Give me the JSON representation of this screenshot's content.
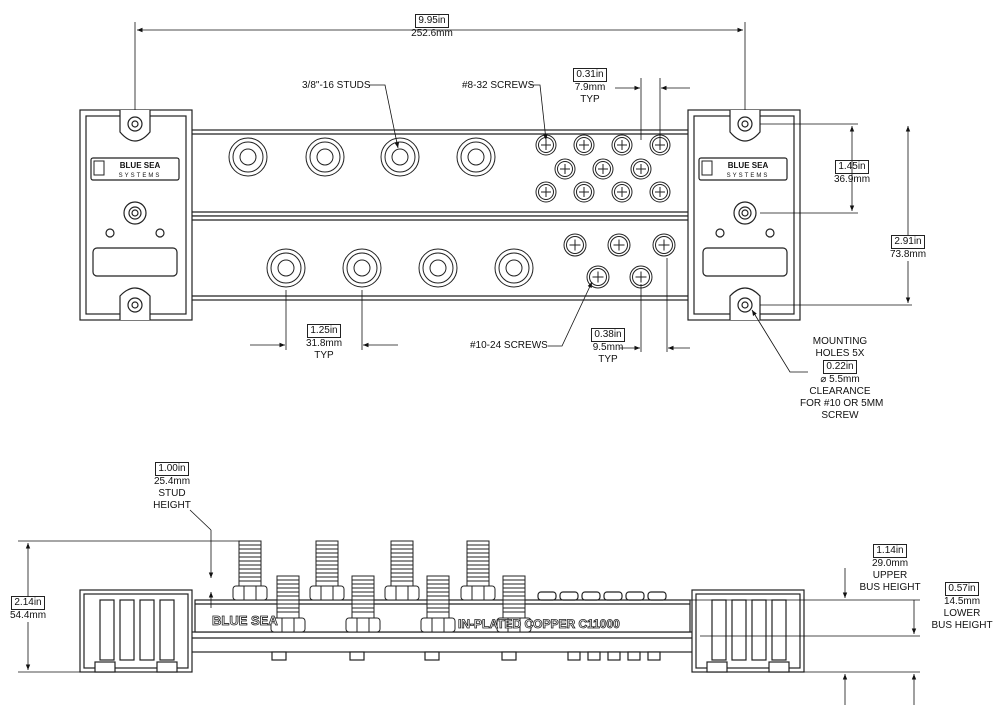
{
  "dims": {
    "overall_length": {
      "in": "9.95in",
      "mm": "252.6mm"
    },
    "stud_type": "3/8\"-16 STUDS",
    "small_screws": "#8-32 SCREWS",
    "small_screw_spacing": {
      "in": "0.31in",
      "mm": "7.9mm",
      "note": "TYP"
    },
    "upper_offset": {
      "in": "1.45in",
      "mm": "36.9mm"
    },
    "overall_width": {
      "in": "2.91in",
      "mm": "73.8mm"
    },
    "stud_spacing": {
      "in": "1.25in",
      "mm": "31.8mm",
      "note": "TYP"
    },
    "large_screws": "#10-24 SCREWS",
    "large_screw_spacing": {
      "in": "0.38in",
      "mm": "9.5mm",
      "note": "TYP"
    },
    "mounting": {
      "line1": "MOUNTING",
      "line2": "HOLES 5X",
      "in": "0.22in",
      "mm": "⌀ 5.5mm",
      "line3": "CLEARANCE",
      "line4": "FOR #10 OR 5MM",
      "line5": "SCREW"
    },
    "stud_height": {
      "in": "1.00in",
      "mm": "25.4mm",
      "line1": "STUD",
      "line2": "HEIGHT"
    },
    "overall_height": {
      "in": "2.14in",
      "mm": "54.4mm"
    },
    "upper_bus": {
      "in": "1.14in",
      "mm": "29.0mm",
      "line1": "UPPER",
      "line2": "BUS HEIGHT"
    },
    "lower_bus": {
      "in": "0.57in",
      "mm": "14.5mm",
      "line1": "LOWER",
      "line2": "BUS HEIGHT"
    }
  },
  "logo": {
    "line1": "BLUE SEA",
    "line2": "SYSTEMS"
  },
  "side_text": {
    "left": "BLUE SEA",
    "right": "IN-PLATED COPPER C11000"
  }
}
